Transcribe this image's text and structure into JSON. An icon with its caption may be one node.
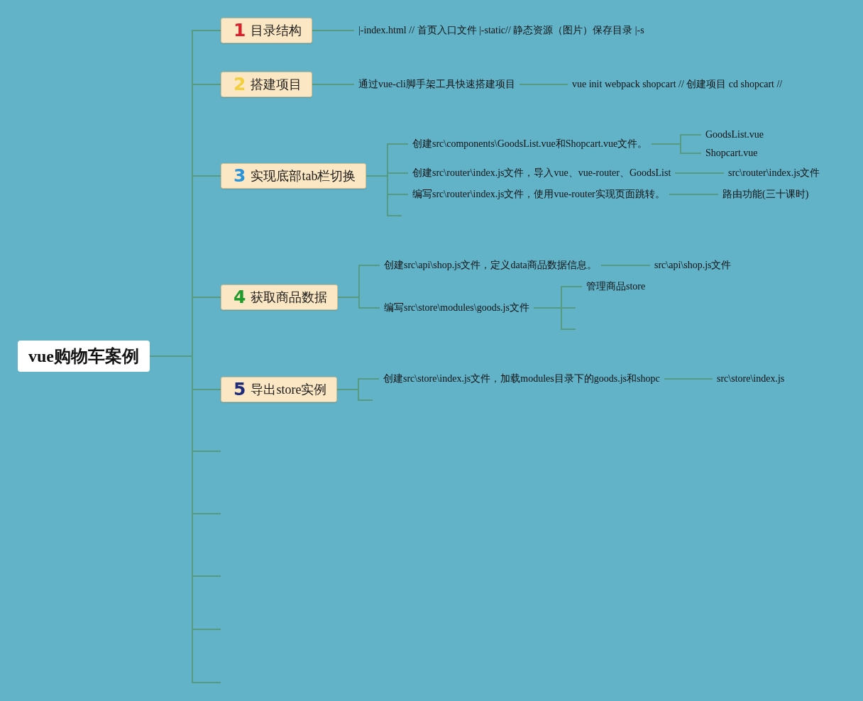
{
  "diagram": {
    "nodes": [
      {
        "text": [
          "vue购物车案例"
        ]
      },
      {
        "text": [
          "1",
          "目录结构"
        ]
      },
      {
        "text": [
          "|-index.html // 首页入口文件 |-static// 静态资源（图片）保存目录 |-s"
        ]
      },
      {
        "text": [
          "2",
          "搭建项目"
        ]
      },
      {
        "text": [
          "通过vue-cli脚手架工具快速搭建项目"
        ]
      },
      {
        "text": [
          "vue init webpack shopcart // 创建项目 cd shopcart //"
        ]
      },
      {
        "text": [
          "3",
          "实现底部tab栏切换"
        ]
      },
      {
        "text": [
          "创建src\\components\\GoodsList.vue和Shopcart.vue文件。"
        ]
      },
      {
        "text": [
          "GoodsList.vue"
        ]
      },
      {
        "text": [
          "Shopcart.vue"
        ]
      },
      {
        "text": [
          "创建src\\router\\index.js文件，导入vue、vue-router、GoodsList"
        ]
      },
      {
        "text": [
          "src\\router\\index.js文件"
        ]
      },
      {
        "text": [
          "编写src\\router\\index.js文件，使用vue-router实现页面跳转。"
        ]
      },
      {
        "text": [
          "路由功能(三十课时)"
        ]
      },
      {
        "text": [
          "4",
          "获取商品数据"
        ]
      },
      {
        "text": [
          "创建src\\api\\shop.js文件，定义data商品数据信息。"
        ]
      },
      {
        "text": [
          "src\\api\\shop.js文件"
        ]
      },
      {
        "text": [
          "编写src\\store\\modules\\goods.js文件"
        ]
      },
      {
        "text": [
          "管理商品store"
        ]
      },
      {
        "text": [
          "5",
          "导出store实例"
        ]
      },
      {
        "text": [
          "创建src\\store\\index.js文件，加载modules目录下的goods.js和shopc"
        ]
      },
      {
        "text": [
          "src\\store\\index.js"
        ]
      }
    ],
    "edges": [
      {
        "from": 0,
        "to": 1,
        "arrow": "none"
      },
      {
        "from": 0,
        "to": 3,
        "arrow": "none"
      },
      {
        "from": 0,
        "to": 6,
        "arrow": "none"
      },
      {
        "from": 0,
        "to": 14,
        "arrow": "none"
      },
      {
        "from": 0,
        "to": 19,
        "arrow": "none"
      },
      {
        "from": 0,
        "to": null,
        "arrow": "none"
      },
      {
        "from": 0,
        "to": null,
        "arrow": "none"
      },
      {
        "from": 0,
        "to": null,
        "arrow": "none"
      },
      {
        "from": 0,
        "to": null,
        "arrow": "none"
      },
      {
        "from": 0,
        "to": null,
        "arrow": "none"
      },
      {
        "from": 1,
        "to": 2,
        "arrow": "none"
      },
      {
        "from": 3,
        "to": 4,
        "arrow": "none"
      },
      {
        "from": 4,
        "to": 5,
        "arrow": "none"
      },
      {
        "from": 6,
        "to": 7,
        "arrow": "none"
      },
      {
        "from": 6,
        "to": 10,
        "arrow": "none"
      },
      {
        "from": 6,
        "to": 12,
        "arrow": "none"
      },
      {
        "from": 6,
        "to": null,
        "arrow": "none"
      },
      {
        "from": 7,
        "to": 8,
        "arrow": "none"
      },
      {
        "from": 7,
        "to": 9,
        "arrow": "none"
      },
      {
        "from": 10,
        "to": 11,
        "arrow": "none"
      },
      {
        "from": 12,
        "to": 13,
        "arrow": "none"
      },
      {
        "from": 14,
        "to": 15,
        "arrow": "none"
      },
      {
        "from": 14,
        "to": 17,
        "arrow": "none"
      },
      {
        "from": 15,
        "to": 16,
        "arrow": "none"
      },
      {
        "from": 17,
        "to": 18,
        "arrow": "none"
      },
      {
        "from": 17,
        "to": null,
        "arrow": "none"
      },
      {
        "from": 17,
        "to": null,
        "arrow": "none"
      },
      {
        "from": 19,
        "to": 20,
        "arrow": "none"
      },
      {
        "from": 19,
        "to": null,
        "arrow": "none"
      },
      {
        "from": 20,
        "to": 21,
        "arrow": "none"
      }
    ]
  }
}
